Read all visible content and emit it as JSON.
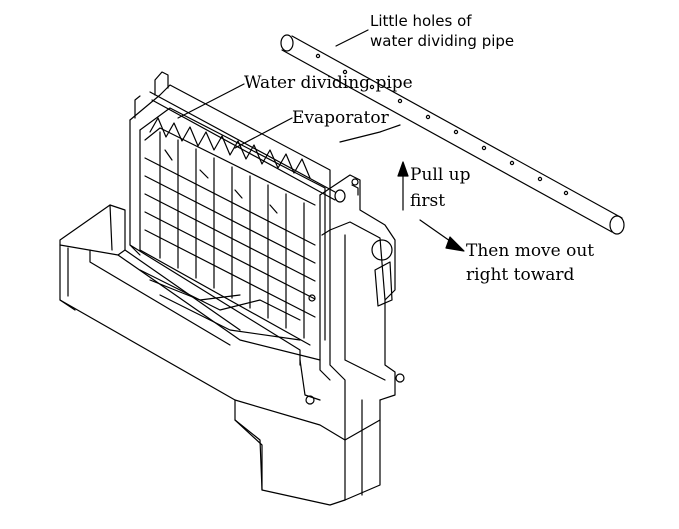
{
  "labels": {
    "holes_line1": "Little holes of",
    "holes_line2": "water dividing pipe",
    "pipe": "Water dividing pipe",
    "evaporator": "Evaporator",
    "pull_line1": "Pull up",
    "pull_line2": "first",
    "move_line1": "Then move out",
    "move_line2": "right toward"
  }
}
